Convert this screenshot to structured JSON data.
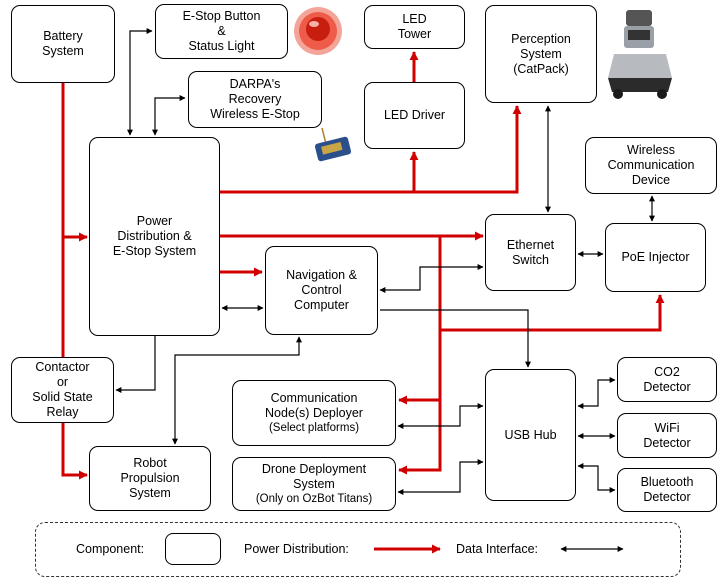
{
  "nodes": {
    "battery": [
      "Battery",
      "System"
    ],
    "estop": [
      "E-Stop Button",
      "&",
      "Status Light"
    ],
    "darpa": [
      "DARPA's",
      "Recovery",
      "Wireless E-Stop"
    ],
    "led_tower": [
      "LED",
      "Tower"
    ],
    "led_driver": [
      "LED Driver"
    ],
    "perception": [
      "Perception",
      "System",
      "(CatPack)"
    ],
    "wireless": [
      "Wireless",
      "Communication",
      "Device"
    ],
    "power": [
      "Power",
      "Distribution &",
      "E-Stop System"
    ],
    "ethernet": [
      "Ethernet",
      "Switch"
    ],
    "poe": [
      "PoE Injector"
    ],
    "nav": [
      "Navigation &",
      "Control",
      "Computer"
    ],
    "contactor": [
      "Contactor",
      "or",
      "Solid State",
      "Relay"
    ],
    "co2": [
      "CO2",
      "Detector"
    ],
    "comm": [
      "Communication",
      "Node(s) Deployer"
    ],
    "comm_sub": "(Select platforms)",
    "usb": [
      "USB Hub"
    ],
    "wifi": [
      "WiFi",
      "Detector"
    ],
    "robot": [
      "Robot",
      "Propulsion",
      "System"
    ],
    "drone": [
      "Drone Deployment",
      "System"
    ],
    "drone_sub": "(Only on OzBot Titans)",
    "bluetooth": [
      "Bluetooth",
      "Detector"
    ]
  },
  "legend": {
    "component": "Component:",
    "power": "Power Distribution:",
    "data": "Data Interface:"
  },
  "colors": {
    "power": "#d00000",
    "data": "#000000",
    "beacon": "#e8301e"
  }
}
